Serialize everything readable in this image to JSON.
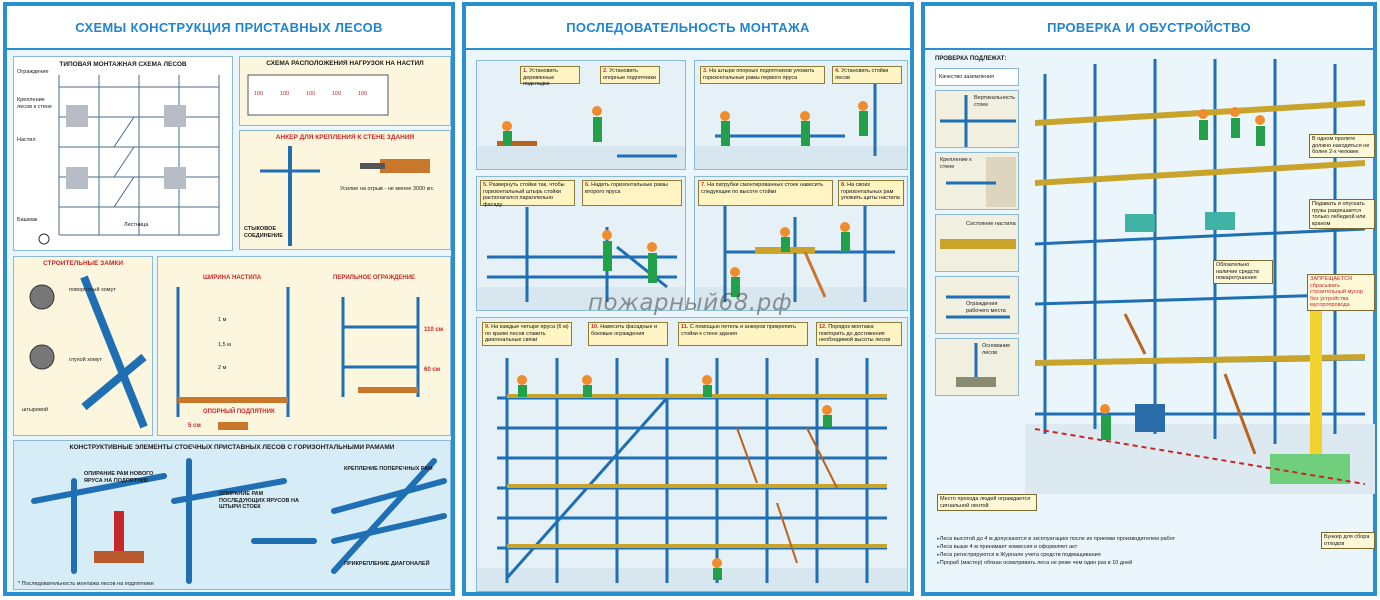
{
  "watermark": "пожарный68.рф",
  "poster1": {
    "title": "СХЕМЫ КОНСТРУКЦИЯ ПРИСТАВНЫХ ЛЕСОВ",
    "scheme_title": "ТИПОВАЯ МОНТАЖНАЯ СХЕМА ЛЕСОВ",
    "scheme_labels": [
      "Ограждение",
      "Крепление лесов к стене",
      "Настил",
      "Лестница",
      "Башмак"
    ],
    "load_title": "СХЕМА РАСПОЛОЖЕНИЯ НАГРУЗОК НА НАСТИЛ",
    "load_cells": [
      "100",
      "100",
      "100",
      "100",
      "100"
    ],
    "anchor_title": "АНКЕР ДЛЯ КРЕПЛЕНИЯ К СТЕНЕ ЗДАНИЯ",
    "anchor_note": "Усилие на отрыв - не менее 3000 кгс",
    "joint_label": "СТЫКОВОЕ СОЕДИНЕНИЕ",
    "locks_title": "СТРОИТЕЛЬНЫЕ ЗАМКИ",
    "lock_labels": [
      "поворотный хомут",
      "глухой хомут",
      "штыревой"
    ],
    "deck_title": "ШИРИНА НАСТИЛА",
    "deck_dims": [
      "1 м",
      "1,5 м",
      "2 м"
    ],
    "rail_title": "ПЕРИЛЬНОЕ ОГРАЖДЕНИЕ",
    "rail_dims": [
      "110 см",
      "60 см"
    ],
    "support_title": "ОПОРНЫЙ ПОДПЯТНИК",
    "support_dim": "5 см",
    "bottom_title": "КОНСТРУКТИВНЫЕ ЭЛЕМЕНТЫ СТОЕЧНЫХ ПРИСТАВНЫХ ЛЕСОВ С ГОРИЗОНТАЛЬНЫМИ РАМАМИ",
    "bottom_labels": [
      "ОПИРАНИЕ РАМ НОВОГО ЯРУСА НА ПОДПЯТНИК",
      "ОПИРАНИЕ РАМ ПОСЛЕДУЮЩИХ ЯРУСОВ НА ШТЫРИ СТОЕК",
      "КРЕПЛЕНИЕ ПОПЕРЕЧНЫХ РАМ",
      "ПРИКРЕПЛЕНИЕ ДИАГОНАЛЕЙ"
    ],
    "bottom_note": "* Последовательность монтажа лесов на подпятнике"
  },
  "poster2": {
    "title": "ПОСЛЕДОВАТЕЛЬНОСТЬ МОНТАЖА",
    "steps": [
      {
        "n": "1.",
        "text": "Установить деревянные подкладки"
      },
      {
        "n": "2.",
        "text": "Установить опорные подпятники"
      },
      {
        "n": "3.",
        "text": "На штыри опорных подпятников уложить горизонтальные рамы первого яруса"
      },
      {
        "n": "4.",
        "text": "Установить стойки лесов"
      },
      {
        "n": "5.",
        "text": "Развернуть стойки так, чтобы горизонтальный штырь стойки располагался параллельно фасаду"
      },
      {
        "n": "6.",
        "text": "Надеть горизонтальные рамы второго яруса"
      },
      {
        "n": "7.",
        "text": "На патрубки смонтированных стоек навесить следующие по высоте стойки"
      },
      {
        "n": "8.",
        "text": "На своих горизонтальных рам уложить щиты настила"
      },
      {
        "n": "9.",
        "text": "На каждые четыре яруса (6 м) по краям лесов ставить диагональные связи"
      },
      {
        "n": "10.",
        "text": "Навесить фасадные и боковые ограждения"
      },
      {
        "n": "11.",
        "text": "С помощью петель и анкеров прикрепить стойки к стене здания"
      },
      {
        "n": "12.",
        "text": "Порядок монтажа повторить до достижения необходимой высоты лесов"
      }
    ]
  },
  "poster3": {
    "title": "ПРОВЕРКА И ОБУСТРОЙСТВО",
    "check_title": "ПРОВЕРКА ПОДЛЕЖАТ:",
    "check_items": [
      "Качество заземления",
      "Вертикальность стоек",
      "Крепление к стене",
      "Состояние настила",
      "Ограждения рабочего места",
      "Основание лесов"
    ],
    "callouts": [
      "В одном пролете должно находиться не более 2-х человек",
      "Подавать и опускать грузы разрешается только лебедкой или краном",
      "Обязательно наличие средств пожаротушения",
      "ЗАПРЕЩАЕТСЯ сбрасывать строительный мусор без устройства мусоропровода",
      "Место прохода людей ограждается сигнальной лентой",
      "Бункер для сбора отходов"
    ],
    "notes": [
      "Леса высотой до 4 м допускаются в эксплуатацию после их приемки производителем работ",
      "Леса выше 4 м принимает комиссия и оформляет акт",
      "Леса регистрируются в Журнале учета средств подмащивания",
      "Прораб (мастер) обязан осматривать леса не реже чем один раз в 10 дней"
    ]
  }
}
